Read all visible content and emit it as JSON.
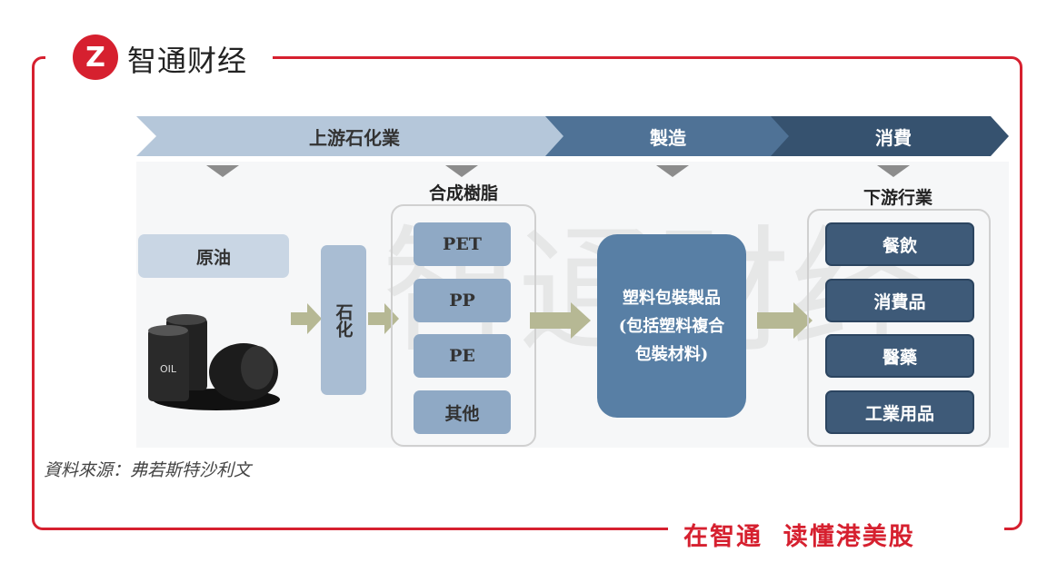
{
  "brand": {
    "logo_mark": "Z",
    "name": "智通财经",
    "slogan": "在智通  读懂港美股",
    "watermark": "智通财经"
  },
  "stages": [
    "上游石化業",
    "製造",
    "消費"
  ],
  "colors": {
    "accent": "#d6202f",
    "stage_light": "#b5c7da",
    "stage_mid": "#4f7296",
    "stage_dark": "#36526f"
  },
  "flow": {
    "crude": "原油",
    "petrochem": "石化",
    "resin_title": "合成樹脂",
    "resins": [
      "PET",
      "PP",
      "PE",
      "其他"
    ],
    "product": [
      "塑料包裝製品",
      "(包括塑料複合",
      "包裝材料)"
    ],
    "downstream_title": "下游行業",
    "downstream": [
      "餐飲",
      "消費品",
      "醫藥",
      "工業用品"
    ]
  },
  "oil_label": "OIL",
  "source": "資料來源：弗若斯特沙利文"
}
